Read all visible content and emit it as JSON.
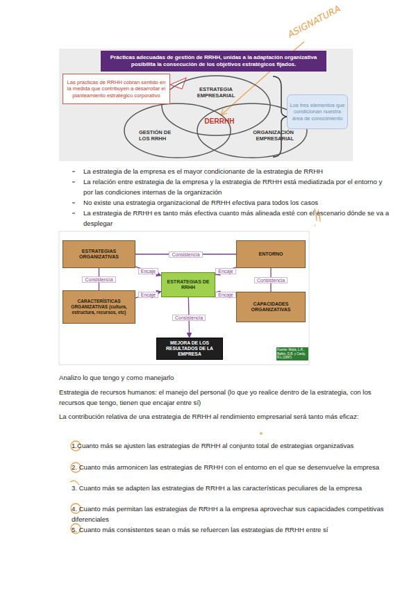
{
  "diagram": {
    "nodes": [
      {
        "text": [
          "Prácticas adecuadas de gestión de RRHH, unidas a la adaptación organizativa posibilita la consecución de los objetivos estratégicos fijados."
        ]
      },
      {
        "text": [
          "Las prácticas de RRHH cobran sentido en la medida que contribuyen a desarrollar el planteamiento estratégico corporativo"
        ]
      },
      {
        "text": [
          "ESTRATEGIA EMPRESARIAL"
        ]
      },
      {
        "text": [
          "GESTIÓN DE LOS RRHH"
        ]
      },
      {
        "text": [
          "ORGANIZACIÓN EMPRESARIAL"
        ]
      },
      {
        "text": [
          "DERRHH"
        ]
      },
      {
        "text": [
          "Los tres elementos que condicionan nuestra área de conocimiento"
        ]
      },
      {
        "text": [
          "ESTRATEGIAS ORGANIZATIVAS"
        ]
      },
      {
        "text": [
          "ENTORNO"
        ]
      },
      {
        "text": [
          "ESTRATEGIAS DE RRHH"
        ]
      },
      {
        "text": [
          "CARACTERÍSTICAS ORGANIZATIVAS (cultura, estructura, recursos, etc)"
        ]
      },
      {
        "text": [
          "CAPACIDADES ORGANIZATIVAS"
        ]
      },
      {
        "text": [
          "MEJORA DE LOS RESULTADOS DE LA EMPRESA"
        ]
      }
    ],
    "edges": [
      {
        "from": 7,
        "to": 8,
        "label": "Consistencia",
        "arrow": "none"
      },
      {
        "from": 7,
        "to": 9,
        "label": "Encaje",
        "arrow": "to"
      },
      {
        "from": 8,
        "to": 9,
        "label": "Encaje",
        "arrow": "to"
      },
      {
        "from": 7,
        "to": 10,
        "label": "Consistencia",
        "arrow": "none"
      },
      {
        "from": 8,
        "to": 11,
        "label": "Consistencia",
        "arrow": "none"
      },
      {
        "from": 10,
        "to": 9,
        "label": "Encaje",
        "arrow": "to"
      },
      {
        "from": 11,
        "to": 9,
        "label": "Encaje",
        "arrow": "to"
      },
      {
        "from": 9,
        "to": 12,
        "label": "Consistencia",
        "arrow": "to"
      }
    ],
    "labels": [
      "ASIGNATURA",
      "La estrategia de la empresa es el mayor condicionante de la estrategia de RRHH",
      "La relación entre estrategia de la empresa y la estrategia de RRHH está mediatizada por el entorno y por las condiciones internas de la organización",
      "No existe una estrategia organizacional de RRHH efectiva para todos los casos",
      "La estrategia de RRHH es tanto más efectiva cuanto más alineada esté con el escenario dónde se va a desplegar",
      "Fuente: Mejía, L.R., Balkin, D.B. y Cardy, R.L (1997)",
      "Analizo lo que tengo y como manejarlo",
      "Estrategia de recursos humanos: el manejo del personal (lo que yo realice dentro de la estrategia, con los recursos que tengo, tienen que encajar entre sí)",
      "La contribución relativa de una estrategia de RRHH al rendimiento empresarial será tanto más eficaz:",
      "1.Cuanto más se ajusten las estrategias de RRHH al conjunto total de estrategias organizativas",
      "2. Cuanto más armonicen las estrategias de RRHH con el entorno en el que se desenvuelve la empresa",
      "3. Cuanto más se adapten las estrategias de RRHH a las características peculiares de la empresa",
      "4. Cuanto más permitan las estrategias de RRHH a la empresa aprovechar sus capacidades competitivas diferenciales",
      "5. Cuanto más consistentes sean o más se refuercen las estrategias de RRHH entre sí"
    ]
  }
}
